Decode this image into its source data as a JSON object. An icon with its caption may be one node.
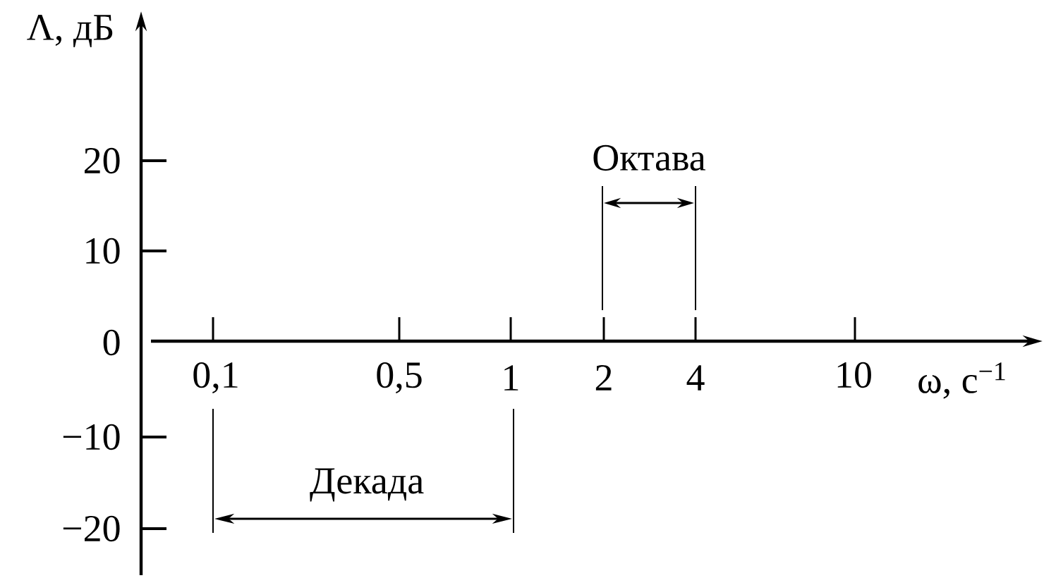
{
  "diagram": {
    "labels": [
      "Λ, дБ",
      "20",
      "10",
      "0",
      "−10",
      "−20",
      "Октава",
      "0,1",
      "0,5",
      "1",
      "2",
      "4",
      "10",
      "ω, с$^{−1}$",
      "Декада"
    ]
  }
}
